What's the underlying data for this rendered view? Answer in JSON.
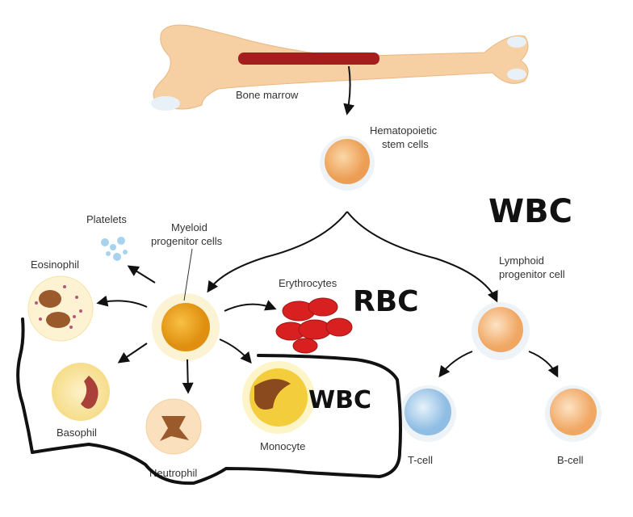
{
  "labels": {
    "bone_marrow": "Bone marrow",
    "stem_cells_line1": "Hematopoietic",
    "stem_cells_line2": "stem cells",
    "platelets": "Platelets",
    "myeloid_line1": "Myeloid",
    "myeloid_line2": "progenitor cells",
    "eosinophil": "Eosinophil",
    "erythrocytes": "Erythrocytes",
    "lymphoid_line1": "Lymphoid",
    "lymphoid_line2": "progenitor cell",
    "basophil": "Basophil",
    "neutrophil": "Neutrophil",
    "monocyte": "Monocyte",
    "t_cell": "T-cell",
    "b_cell": "B-cell"
  },
  "annotations": {
    "wbc_top": "WBC",
    "rbc": "RBC",
    "wbc_group": "WBC"
  },
  "colors": {
    "bone": "#f6cfa3",
    "marrow": "#a51e1e",
    "stem_cell": "#f3b77a",
    "myeloid_cell": "#f1a51c",
    "rbc": "#d7201f",
    "t_cell": "#a9cdea",
    "ink": "#111111"
  }
}
